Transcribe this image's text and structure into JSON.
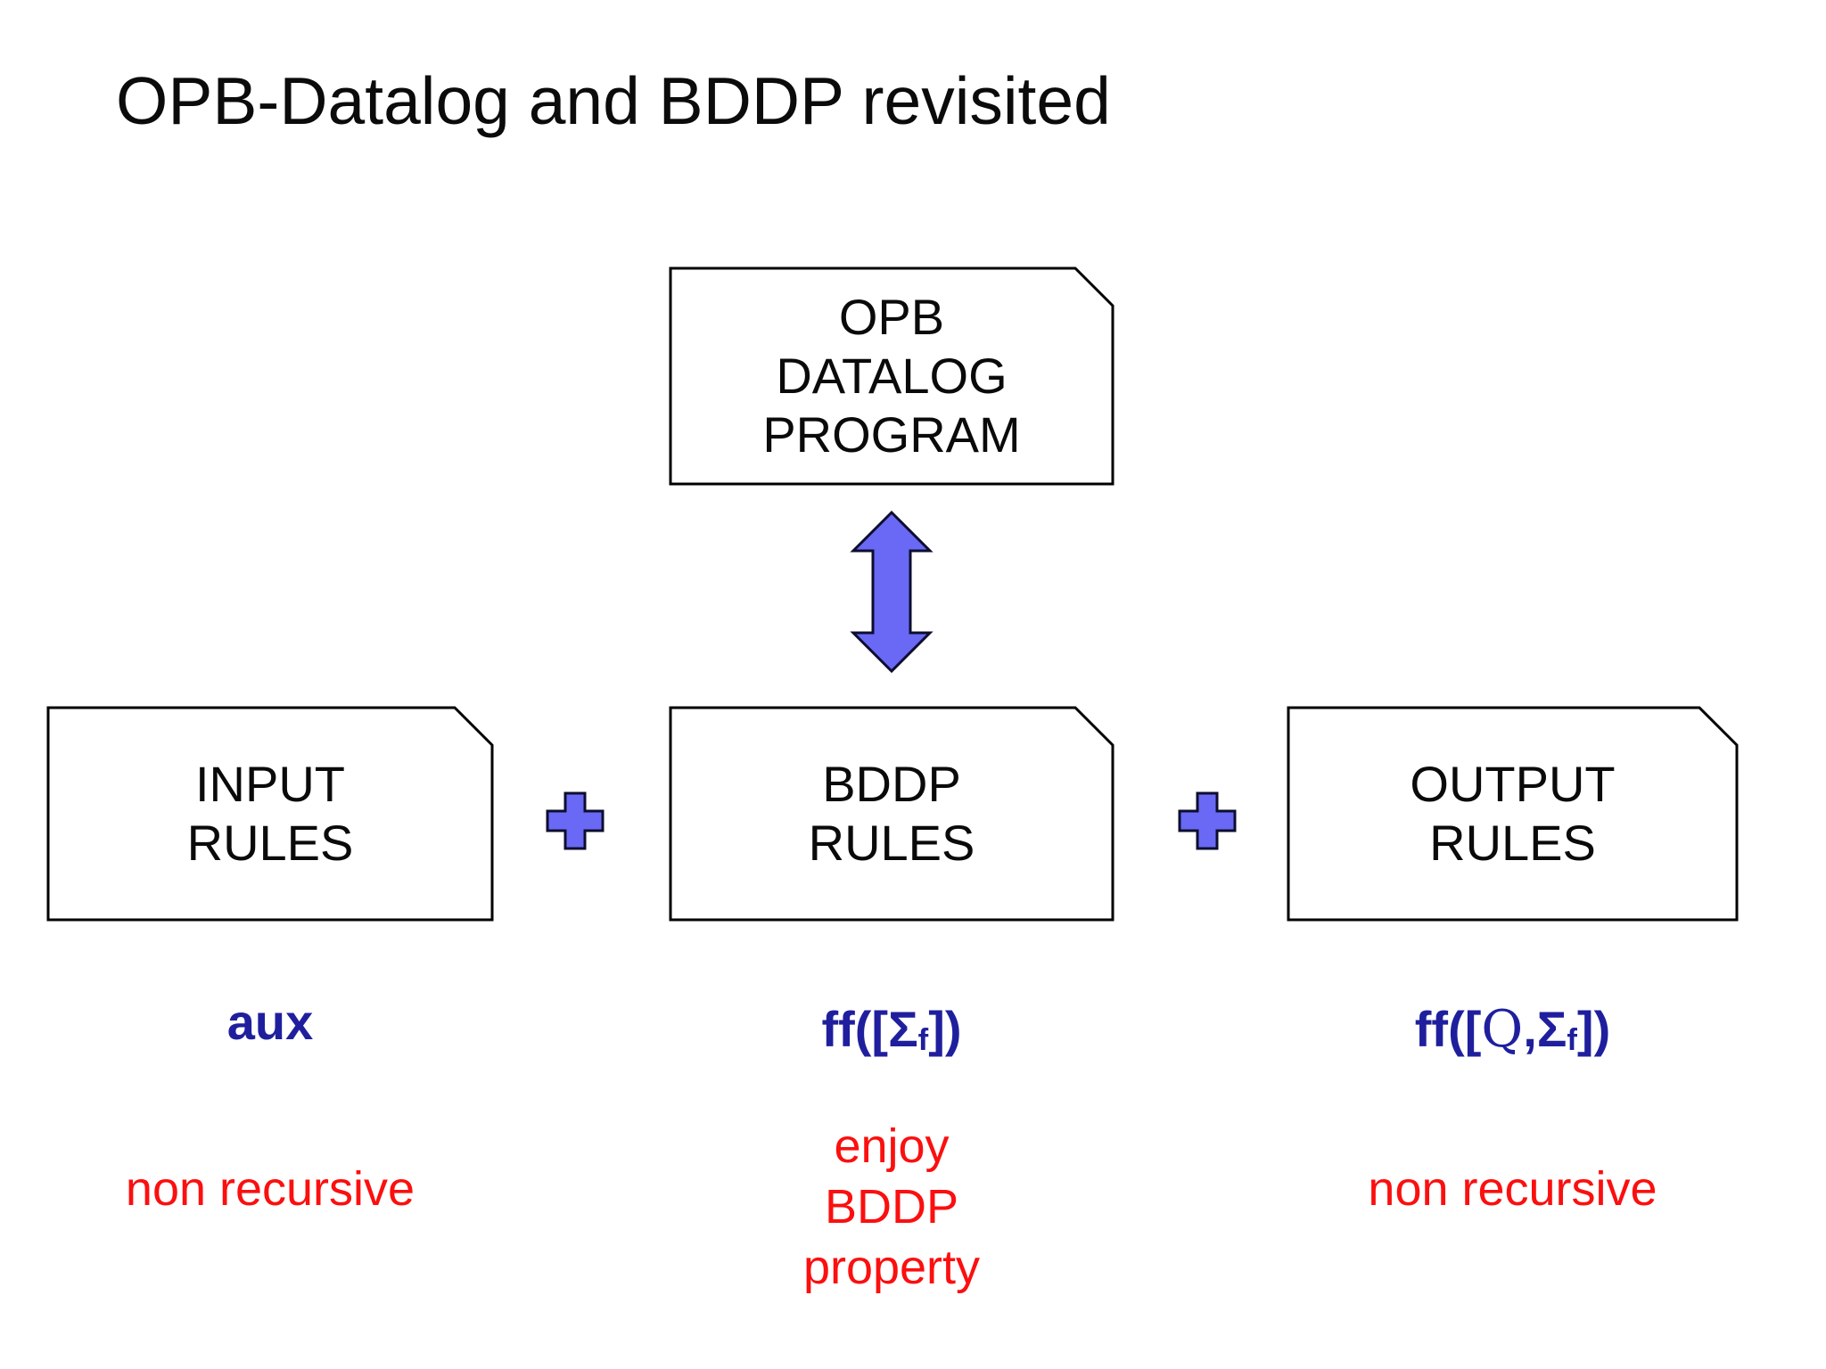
{
  "title": "OPB-Datalog and BDDP revisited",
  "colors": {
    "background": "#ffffff",
    "box_fill": "#ffffff",
    "box_border": "#000000",
    "shape_fill": "#6969f5",
    "shape_border": "#0d0d2e",
    "formula_blue": "#1f1f9e",
    "annotation_red": "#fb0f0f",
    "title_black": "#0b0b0b"
  },
  "boxes": {
    "program": {
      "lines": [
        "OPB",
        "DATALOG",
        "PROGRAM"
      ]
    },
    "input": {
      "lines": [
        "INPUT",
        "RULES"
      ]
    },
    "bddp": {
      "lines": [
        "BDDP",
        "RULES"
      ]
    },
    "output": {
      "lines": [
        "OUTPUT",
        "RULES"
      ]
    }
  },
  "icons": {
    "double_arrow": "vertical-double-arrow",
    "plus_left": "plus-operator",
    "plus_right": "plus-operator"
  },
  "annotations": {
    "input_formula": "aux",
    "bddp_formula": {
      "prefix": "ff([",
      "sigma": "Σ",
      "sub": "f",
      "suffix": "])"
    },
    "output_formula": {
      "prefix": "ff([",
      "q": "Q",
      "comma": ",",
      "sigma": "Σ",
      "sub": "f",
      "suffix": "])"
    },
    "input_note": "non recursive",
    "bddp_note_lines": [
      "enjoy",
      "BDDP",
      "property"
    ],
    "output_note": "non recursive"
  }
}
